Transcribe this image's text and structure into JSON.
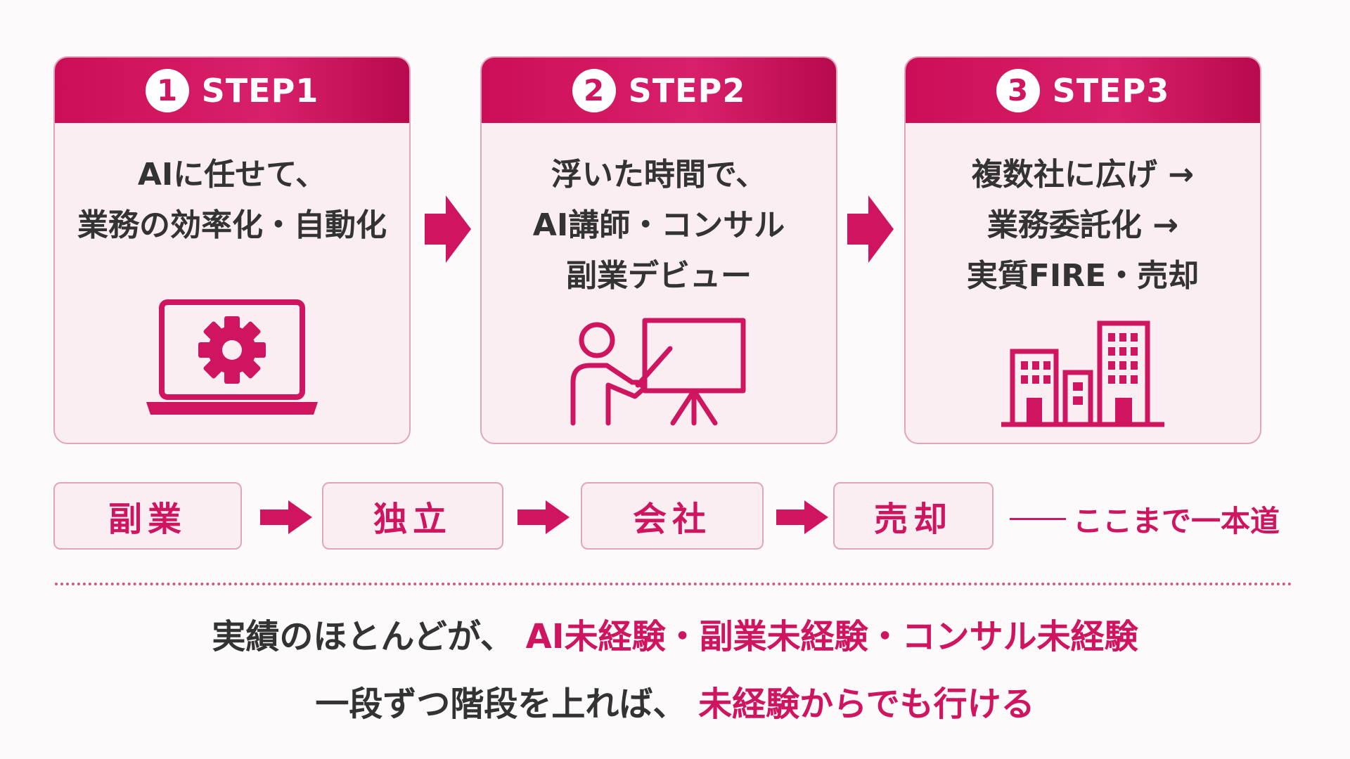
{
  "steps": [
    {
      "number": "1",
      "label": "STEP1",
      "lines": [
        "AIに任せて、",
        "業務の効率化・自動化"
      ],
      "icon": "laptop-gear-icon"
    },
    {
      "number": "2",
      "label": "STEP2",
      "lines": [
        "浮いた時間で、",
        "AI講師・コンサル",
        "副業デビュー"
      ],
      "icon": "presenter-whiteboard-icon"
    },
    {
      "number": "3",
      "label": "STEP3",
      "lines": [
        "複数社に広げ →",
        "業務委託化 →",
        "実質FIRE・売却"
      ],
      "icon": "buildings-icon"
    }
  ],
  "path": {
    "stages": [
      "副業",
      "独立",
      "会社",
      "売却"
    ],
    "tagline": "ここまで一本道"
  },
  "bottom": {
    "line1_prefix": "実績のほとんどが、",
    "line1_highlight": "AI未経験・副業未経験・コンサル未経験",
    "line2_prefix": "一段ずつ階段を上れば、",
    "line2_highlight": "未経験からでも行ける"
  },
  "colors": {
    "accent": "#cf1560",
    "card_bg": "#fbeef3",
    "border": "#e2a4bd"
  }
}
